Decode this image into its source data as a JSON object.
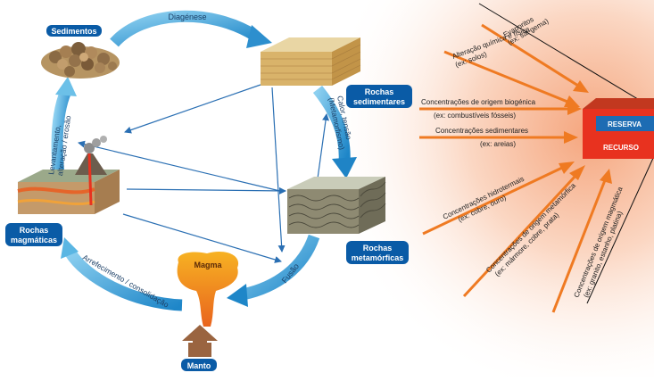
{
  "cycle": {
    "sedimentos": "Sedimentos",
    "diagenese": "Diagénese",
    "rochas_sed_1": "Rochas",
    "rochas_sed_2": "sedimentares",
    "calor_1": "Calor, tensão",
    "calor_2": "(Metamorfismo)",
    "rochas_met_1": "Rochas",
    "rochas_met_2": "metamórficas",
    "fusao": "Fusão",
    "magma": "Magma",
    "manto": "Manto",
    "arrefecimento": "Arrefecimento / consolidação",
    "rochas_mag_1": "Rochas",
    "rochas_mag_2": "magmáticas",
    "levantamento_1": "Levantamento,",
    "levantamento_2": "alteração / erosão"
  },
  "concentrations": {
    "evaporitos_1": "Evaporitos",
    "evaporitos_2": "(ex: sal-gema)",
    "alteracao_1": "Alteração química e física",
    "alteracao_2": "(ex: solos)",
    "biogenica_1": "Concentrações de origem biogénica",
    "biogenica_2": "(ex: combustíveis fósseis)",
    "sedimentares_1": "Concentrações sedimentares",
    "sedimentares_2": "(ex: areias)",
    "hidrotermais_1": "Concentrações hidrotermais",
    "hidrotermais_2": "(ex: cobre, ouro)",
    "metamorfica_1": "Concentrações de origem metamórfica",
    "metamorfica_2": "(ex: mármore, cobre, prata)",
    "magmatica_1": "Concentrações de origem magmática",
    "magmatica_2": "(ex: granito, estanho, platina)"
  },
  "box": {
    "reserva": "RESERVA",
    "recurso": "RECURSO"
  },
  "colors": {
    "label_blue": "#0a5ba6",
    "cycle_arrow": "#1d8fd0",
    "orange_arrow": "#ef7a22",
    "recurso_red": "#e8321f",
    "reserva_blue": "#1d6cb3"
  }
}
